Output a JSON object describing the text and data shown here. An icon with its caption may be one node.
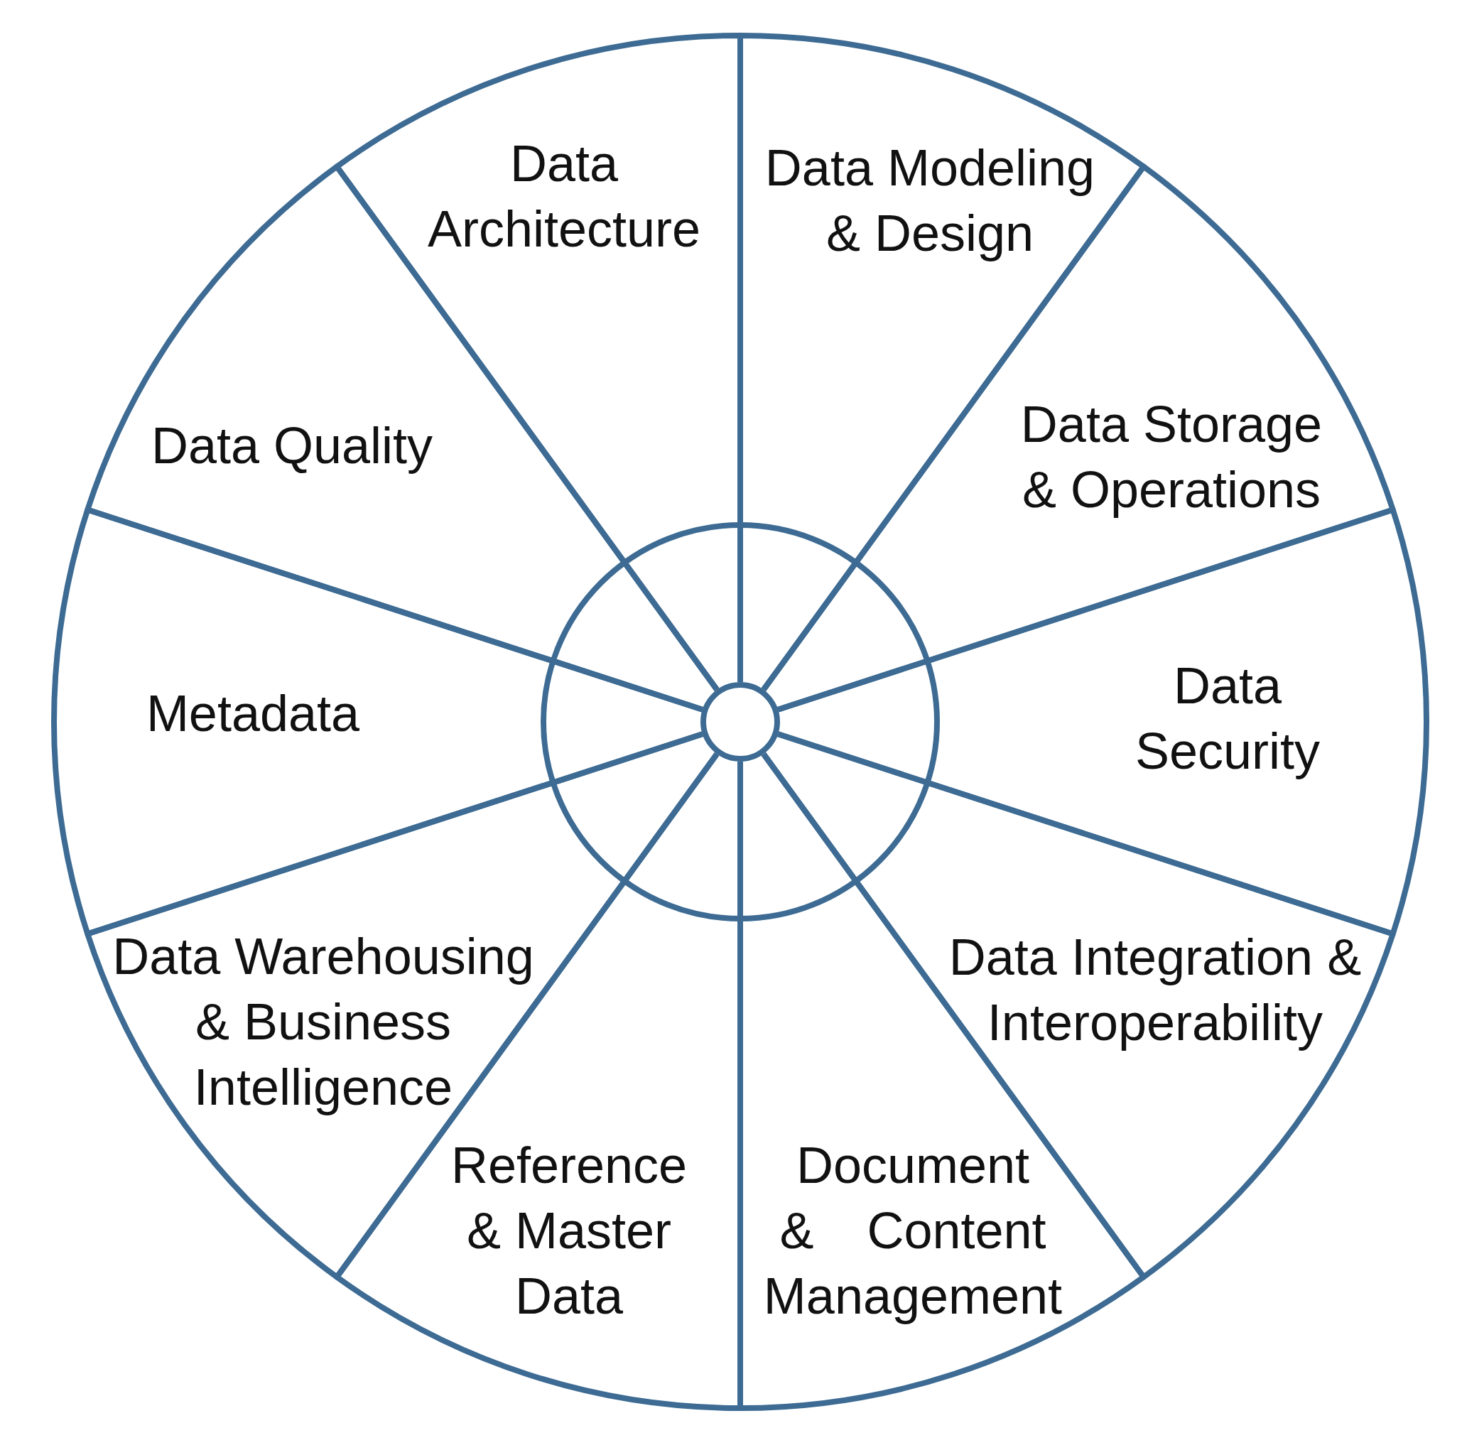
{
  "diagram": {
    "nodes": [
      {
        "text": [
          "Data Architecture"
        ]
      },
      {
        "text": [
          "Data Modeling & Design"
        ]
      },
      {
        "text": [
          "Data Storage & Operations"
        ]
      },
      {
        "text": [
          "Data Security"
        ]
      },
      {
        "text": [
          "Data Integration & Interoperability"
        ]
      },
      {
        "text": [
          "Document & Content Management"
        ]
      },
      {
        "text": [
          "Reference & Master Data"
        ]
      },
      {
        "text": [
          "Data Warehousing & Business Intelligence"
        ]
      },
      {
        "text": [
          "Metadata"
        ]
      },
      {
        "text": [
          "Data Quality"
        ]
      },
      {
        "text": [],
        "shape": "circle"
      },
      {
        "text": [],
        "shape": "circle",
        "in": 10
      }
    ]
  }
}
